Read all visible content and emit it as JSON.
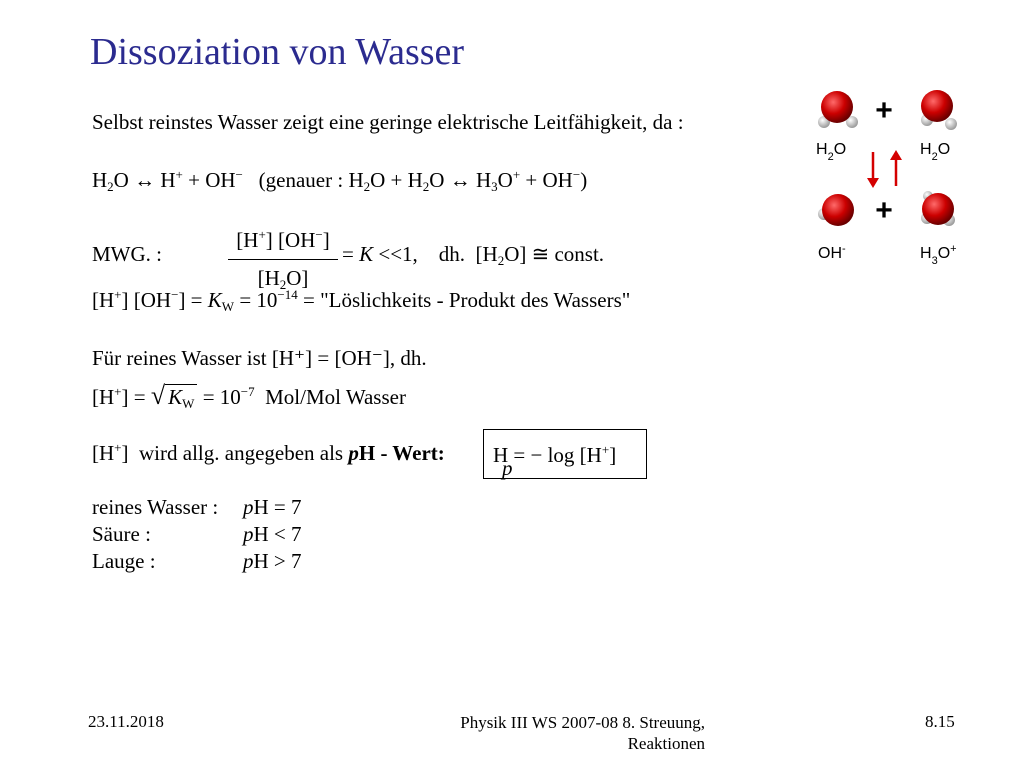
{
  "title": "Dissoziation von Wasser",
  "intro": "Selbst reinstes Wasser zeigt eine geringe elektrische Leitfähigkeit, da :",
  "eq1_prefix": "H",
  "eq1_arrow": "↔",
  "eq1_genauer": "(genauer :",
  "mwg_label": "MWG. :",
  "mwg_num": "[H⁺] [OH⁻]",
  "mwg_den": "[H₂O]",
  "mwg_rest": "= K << 1,   dh. [H₂O] ≅ const.",
  "product_label": "\"Löslichkeits - Produkt des Wassers\"",
  "pure_water_text": "Für reines Wasser ist [H⁺] = [OH⁻],  dh.",
  "unit": "Mol/Mol Wasser",
  "ph_intro": "wird allg. angegeben als",
  "ph_wert": "pH - Wert:",
  "ph_formula": "pH = − log [H⁺]",
  "cases": [
    {
      "label": "reines Wasser :",
      "value": "pH = 7"
    },
    {
      "label": "Säure :",
      "value": "pH < 7"
    },
    {
      "label": "Lauge :",
      "value": "pH > 7"
    }
  ],
  "diagram": {
    "labels": [
      "H2O",
      "H2O",
      "OH-",
      "H3O+"
    ],
    "oxygen_color": "#cc0000",
    "hydrogen_color": "#d9d9d9",
    "arrow_color": "#cc0000",
    "icons": [
      "water-molecule-icon",
      "hydroxide-icon",
      "hydronium-icon",
      "equilibrium-arrows-icon"
    ]
  },
  "footer": {
    "date": "23.11.2018",
    "course_line1": "Physik III WS 2007-08 8. Streuung,",
    "course_line2": "Reaktionen",
    "page": "8.15"
  }
}
